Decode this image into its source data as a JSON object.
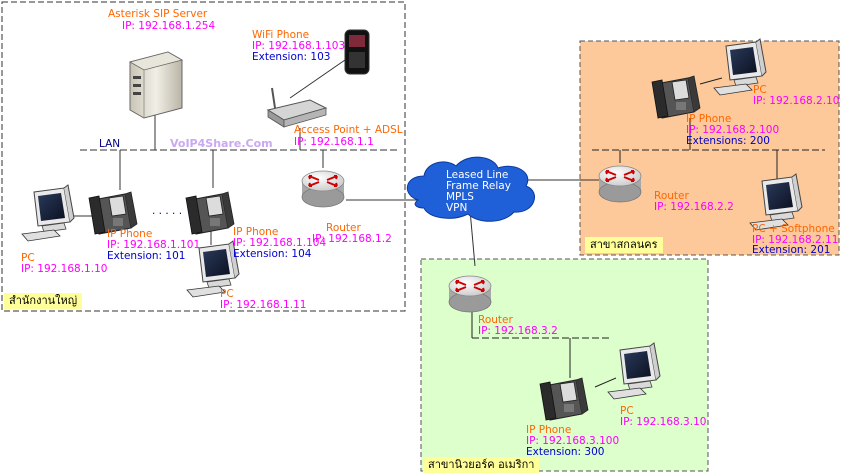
{
  "sites": {
    "hq": {
      "name": "สำนักงานใหญ่"
    },
    "sakon": {
      "name": "สาขาสกลนคร"
    },
    "ny": {
      "name": "สาขานิวยอร์ค อเมริกา"
    }
  },
  "sip_server": {
    "name": "Asterisk SIP Server",
    "ip": "IP: 192.168.1.254"
  },
  "wifi_phone": {
    "name": "WiFi Phone",
    "ip": "IP: 192.168.1.103",
    "ext": "Extension: 103"
  },
  "access_point": {
    "name": "Access Point + ADSL",
    "ip": "IP: 192.168.1.1"
  },
  "lan_label": "LAN",
  "watermark": "VoIP4Share.Com",
  "hq_router": {
    "name": "Router",
    "ip": "IP: 192.168.1.2"
  },
  "hq_pc1": {
    "name": "PC",
    "ip": "IP: 192.168.1.10"
  },
  "hq_phone1": {
    "name": "IP Phone",
    "ip": "IP: 192.168.1.101",
    "ext": "Extension: 101"
  },
  "dots": ". . . . .",
  "hq_phone2": {
    "name": "IP Phone",
    "ip": "IP: 192.168.1.104",
    "ext": "Extension: 104"
  },
  "hq_pc2": {
    "name": "PC",
    "ip": "IP: 192.168.1.11"
  },
  "wan_cloud": {
    "lines": [
      "Leased Line",
      "Frame Relay",
      "MPLS",
      "VPN"
    ]
  },
  "sakon_pc": {
    "name": "PC",
    "ip": "IP: 192.168.2.10"
  },
  "sakon_phone": {
    "name": "IP Phone",
    "ip": "IP: 192.168.2.100",
    "ext": "Extensions: 200"
  },
  "sakon_router": {
    "name": "Router",
    "ip": "IP: 192.168.2.2"
  },
  "sakon_softphone": {
    "name": "PC + Softphone",
    "ip": "IP: 192.168.2.11",
    "ext": "Extension: 201"
  },
  "ny_router": {
    "name": "Router",
    "ip": "IP: 192.168.3.2"
  },
  "ny_pc": {
    "name": "PC",
    "ip": "IP: 192.168.3.10"
  },
  "ny_phone": {
    "name": "IP Phone",
    "ip": "IP: 192.168.3.100",
    "ext": "Extension: 300"
  },
  "colors": {
    "branch1_fill": "#fdc99b",
    "branch2_fill": "#ddffcc",
    "cloud": "#1f5fd8",
    "tag": "#ffff99"
  }
}
